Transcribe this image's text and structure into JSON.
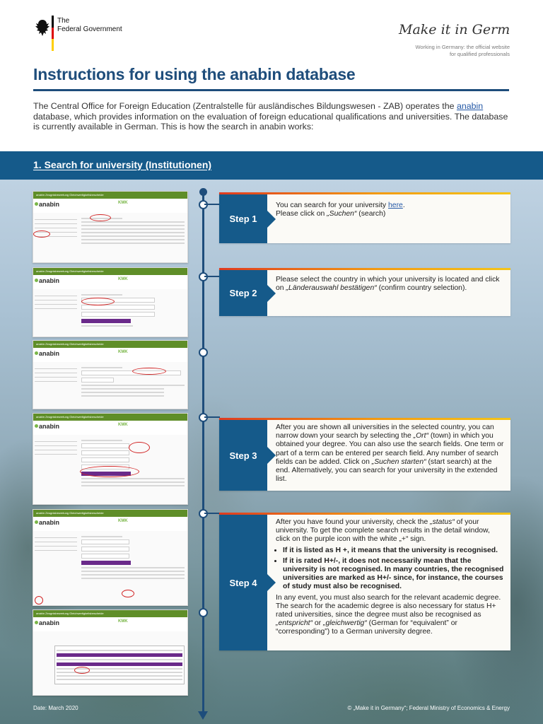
{
  "header": {
    "gov_line1": "The",
    "gov_line2": "Federal Government",
    "miig_logo_text": "Make it in Germany",
    "miig_sub_line1": "Working in Germany: the official website",
    "miig_sub_line2": "for qualified professionals",
    "colors": {
      "german_black": "#000000",
      "german_red": "#dd0000",
      "german_gold": "#ffce00"
    }
  },
  "title": "Instructions for using the anabin database",
  "intro": {
    "part1": "The Central Office for Foreign Education (Zentralstelle für ausländisches Bildungswesen - ZAB) operates the ",
    "link": "anabin",
    "part2": " database, which provides information on the evaluation of foreign educational qualifications and universities. The database is currently available in German. This is how the search in anabin works:"
  },
  "section": {
    "title": "1.  Search for university (Institutionen)"
  },
  "screenshots": {
    "nav_text": "anabin   Zeugnisbewertung   Gleichwertigkeitsbescheide",
    "logo": "anabin",
    "kmk": "KMK",
    "shot_names": [
      "screenshot-step1",
      "screenshot-step2",
      "screenshot-step2b",
      "screenshot-step3",
      "screenshot-step4",
      "screenshot-step4b"
    ]
  },
  "steps": [
    {
      "label": "Step 1",
      "line1a": "You can search for your university ",
      "line1_link": "here",
      "line1b": ".",
      "line2a": "Please click on ",
      "line2_em": "„Suchen“",
      "line2b": " (search)"
    },
    {
      "label": "Step 2",
      "a": "Please select the country in which your university is located and click on ",
      "em": "„Länderauswahl bestätigen“",
      "b": " (confirm country selection)."
    },
    {
      "label": "Step 3",
      "a": "After you are shown all universities in the selected country, you can narrow down your search by selecting the ",
      "em1": "„Ort“",
      "b": " (town) in which you obtained your degree. You can also use the search fields. One term or part of a term can be entered per search field. Any number of search fields can be added. Click on ",
      "em2": "„Suchen starten“",
      "c": " (start search) at the end. Alternatively, you can search for your university in the extended list."
    },
    {
      "label": "Step 4",
      "a": "After you have found your university, check the ",
      "em1": "„status“",
      "b": " of your university. To get the complete search results in the detail window, click on the purple icon with the white „+“ sign.",
      "bullet1": "If it is listed as H +, it means that the university is recognised.",
      "bullet2": "If it is rated H+/-, it does not necessarily mean that the university is not recognised. In many countries, the recognised universities are marked as H+/- since, for instance, the courses of study must also be recognised.",
      "c": "In any event, you must also search for the relevant academic degree. The search for the academic degree is also necessary for status H+ rated universities, since the degree must also be recognised as ",
      "em2": "„entspricht“",
      "d": " or ",
      "em3": "„gleichwertig“",
      "e": " (German for “equivalent” or “corresponding”) to a German university degree."
    }
  ],
  "footer": {
    "date": "Date: March 2020",
    "credit": "© „Make it in Germany“; Federal Ministry of Economics & Energy"
  },
  "colors": {
    "primary_blue": "#1e4d7b",
    "banner_blue": "#155a8a",
    "link": "#2458a6",
    "anabin_green": "#5f8e28",
    "stripe": [
      "#e03a1e",
      "#f39c12",
      "#f5c518"
    ]
  }
}
